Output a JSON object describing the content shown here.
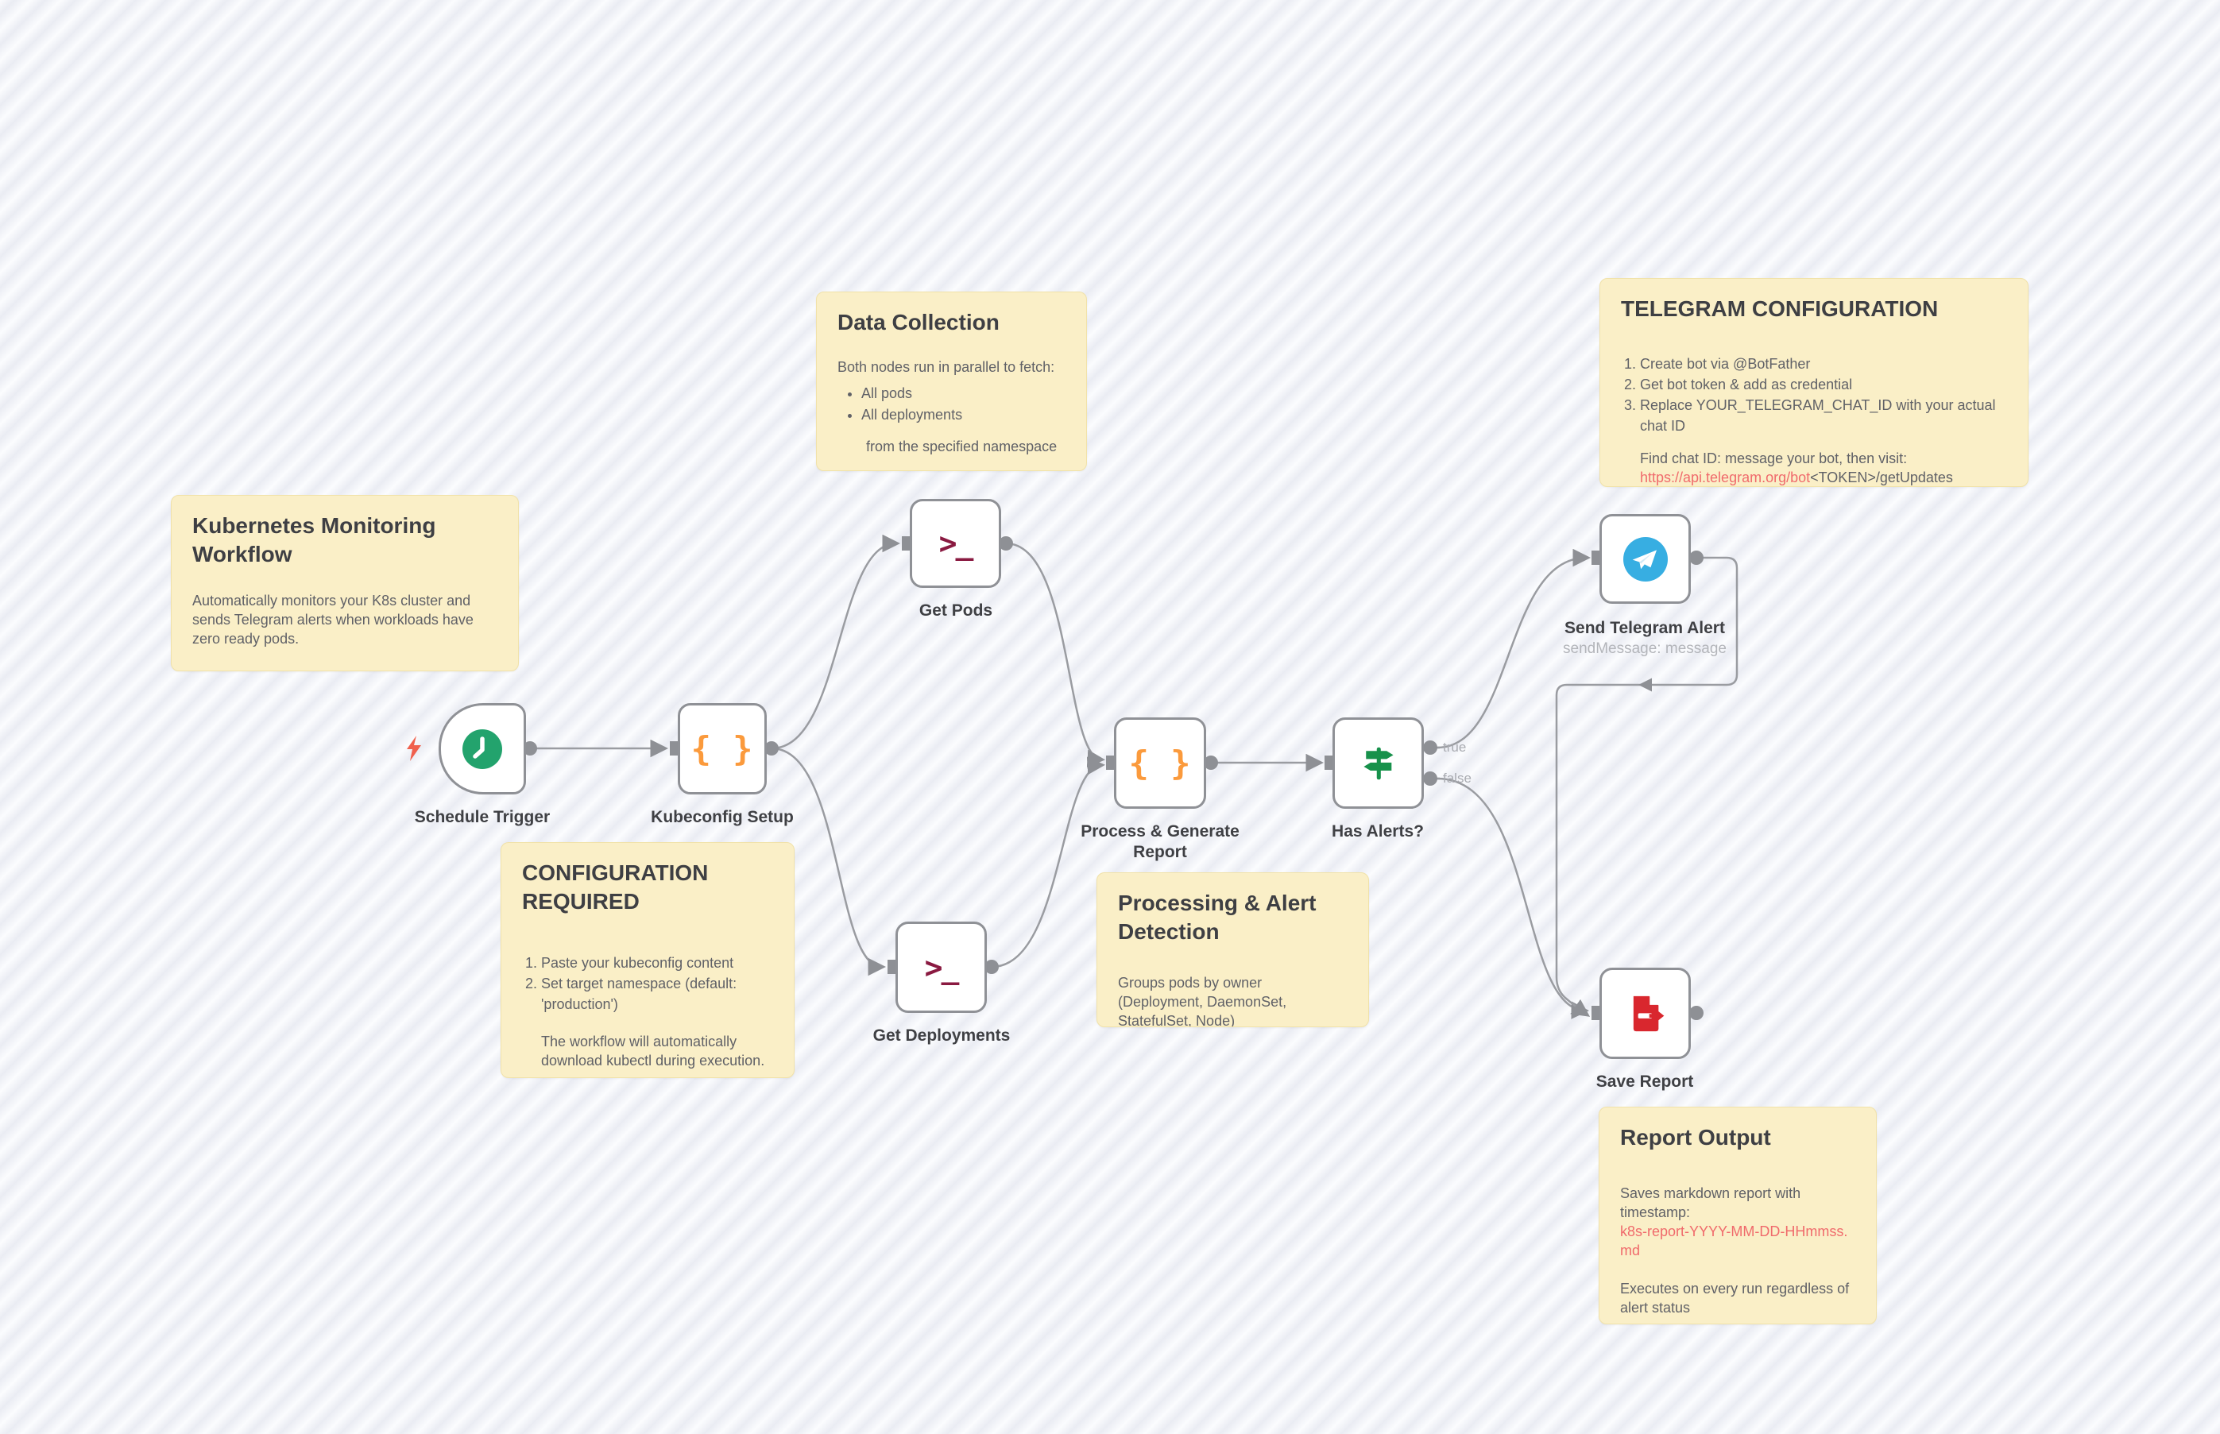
{
  "app": {
    "name": "workflow-canvas"
  },
  "colors": {
    "canvas_stripe_light": "#fbfcfe",
    "canvas_stripe_dark": "#eaecf3",
    "sticky_bg": "#faefc7",
    "sticky_title": "#3e3f43",
    "sticky_body": "#606167",
    "sticky_code_red": "#f06a6c",
    "node_border": "#8f9196",
    "wire": "#9a9ca1",
    "port": "#8e9095",
    "schedule_green": "#23a36d",
    "code_orange": "#fb9a3c",
    "terminal_maroon": "#8a1a41",
    "if_green": "#17914b",
    "telegram_blue": "#37aee2",
    "file_red": "#d9272e",
    "bolt_coral": "#f0604d"
  },
  "nodes": {
    "schedule": {
      "label": "Schedule Trigger",
      "icon": "clock-icon"
    },
    "kubeconfig": {
      "label": "Kubeconfig Setup",
      "icon": "code-braces-icon",
      "icon_glyph": "{ }"
    },
    "get_pods": {
      "label": "Get Pods",
      "icon": "terminal-icon",
      "icon_glyph": ">_"
    },
    "get_deployments": {
      "label": "Get Deployments",
      "icon": "terminal-icon",
      "icon_glyph": ">_"
    },
    "process": {
      "label": "Process & Generate Report",
      "icon": "code-braces-icon",
      "icon_glyph": "{ }"
    },
    "has_alerts": {
      "label": "Has Alerts?",
      "icon": "signpost-icon",
      "true_label": "true",
      "false_label": "false"
    },
    "send_telegram": {
      "label": "Send Telegram Alert",
      "subtitle": "sendMessage: message",
      "icon": "telegram-icon"
    },
    "save_report": {
      "label": "Save Report",
      "icon": "file-export-icon"
    }
  },
  "stickies": {
    "kmw": {
      "title": "Kubernetes Monitoring Workflow",
      "body": "Automatically monitors your K8s cluster and sends Telegram alerts when workloads have zero ready pods."
    },
    "data_collection": {
      "title": "Data Collection",
      "intro": "Both nodes run in parallel to fetch:",
      "bullets": [
        "All pods",
        "All deployments"
      ],
      "outro": "from the specified namespace"
    },
    "telegram": {
      "title": "TELEGRAM CONFIGURATION",
      "steps": [
        "Create bot via @BotFather",
        "Get bot token & add as credential",
        "Replace YOUR_TELEGRAM_CHAT_ID with your actual chat ID"
      ],
      "find_line": "Find chat ID: message your bot, then visit:",
      "link_red": "https://api.telegram.org/bot",
      "link_rest": "<TOKEN>/getUpdates"
    },
    "config_required": {
      "title": "CONFIGURATION REQUIRED",
      "steps": [
        "Paste your kubeconfig content",
        "Set target namespace (default: 'production')"
      ],
      "outro": "The workflow will automatically download kubectl during execution."
    },
    "processing": {
      "title": "Processing & Alert Detection",
      "body": "Groups pods by owner (Deployment, DaemonSet, StatefulSet, Node)"
    },
    "report_output": {
      "title": "Report Output",
      "body_1": "Saves markdown report with timestamp:",
      "filename": "k8s-report-YYYY-MM-DD-HHmmss.md",
      "body_2": "Executes on every run regardless of alert status"
    }
  }
}
